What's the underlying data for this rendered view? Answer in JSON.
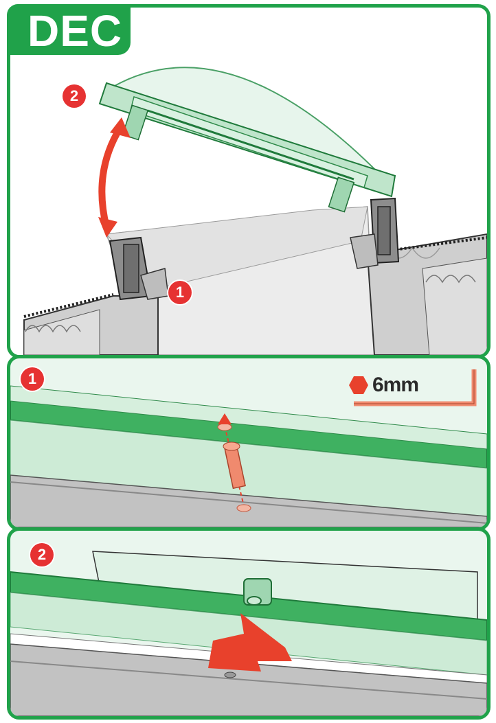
{
  "header": {
    "title": "DEC"
  },
  "steps": {
    "step1": "1",
    "step2": "2"
  },
  "tool": {
    "size": "6mm",
    "icon": "hex-key-icon"
  },
  "colors": {
    "brand_green": "#20a24a",
    "badge_red": "#e63232",
    "tool_salmon": "#f08a6e"
  }
}
